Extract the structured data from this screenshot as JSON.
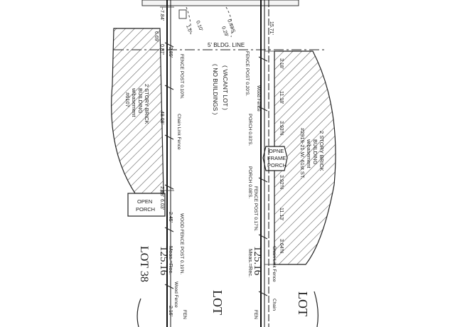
{
  "labels": {
    "vacant_lot_1": "( VACANT LOT )",
    "vacant_lot_2": "( NO BUILDINGS )",
    "bldg_line": "5' BLDG. LINE",
    "left_building_1": "2 STORY BRICK",
    "left_building_2": "BUILDING",
    "left_building_3": "w/basement",
    "left_building_4": "#6107",
    "right_building_1": "2 STORY BRICK",
    "right_building_2": "BUILDING",
    "right_building_3": "w/basement",
    "right_building_4": "#2919-21 W. 61st ST.",
    "open_porch_1": "OPEN",
    "open_porch_2": "PORCH",
    "opne_frame_1": "OPNE",
    "opne_frame_2": "FRAME",
    "opne_frame_3": "PORCH",
    "chain_link_left": "Chain Link Fence",
    "chain_link_right": "Chain Link Fence",
    "wood_fence_top": "Wood Fence",
    "wood_fence_bottom": "Wood Fence",
    "fence_post_left_top": "FENCE POST 0.10'N.",
    "fence_post_mid_top": "FENCE POST 0.20'S.",
    "porch_003": "PORCH 0.03'S.",
    "porch_008": "PORCH 0.08'S.",
    "fence_post_017": "FENCE POST 0.17'N.",
    "wood_fence_post_019": "WOOD FENCE POST 0.19'N.",
    "meas_rec_left": "Meas.=Rec.",
    "meas_rec_right": "Meas.=Rec.",
    "len_left": "125.16",
    "len_right": "125.16",
    "lot_38": "LOT 38",
    "lot_mid": "LOT",
    "lot_right": "LOT",
    "chain_bottom": "Chain",
    "dim_784": "~7.84'",
    "dim_669": "6.69'",
    "dim_087": "0.87'",
    "dim_289": "2.89'",
    "dim_4808": "48.08'",
    "dim_288": "2.88'",
    "dim_603": "6.03'",
    "dim_245": "2.45'",
    "dim_216": "2.16'",
    "dim_1571": "15.71'",
    "dim_318": "3.18'",
    "dim_1118": "11.18'",
    "dim_393": "3.93'N",
    "dim_392": "3.92'N",
    "dim_1113": "11.13'",
    "dim_364": "3.64'N",
    "dim_top_a": "0.10'",
    "dim_top_b": "1.0'",
    "dim_top_c": "0.49'S",
    "dim_top_d": "0.29'",
    "fence_bottom_left": "FEN",
    "fence_bottom_right": "FEN"
  }
}
